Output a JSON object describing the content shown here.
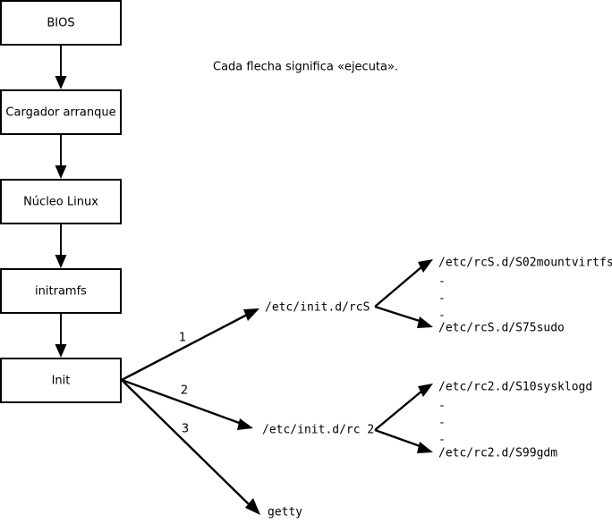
{
  "diagram": {
    "type": "flowchart",
    "caption": "Cada flecha significa «ejecuta».",
    "boot_chain": [
      {
        "id": "bios",
        "label": "BIOS"
      },
      {
        "id": "bootloader",
        "label": "Cargador arranque"
      },
      {
        "id": "kernel",
        "label": "Núcleo Linux"
      },
      {
        "id": "initramfs",
        "label": "initramfs"
      },
      {
        "id": "init",
        "label": "Init"
      }
    ],
    "branch_numbers": [
      "1",
      "2",
      "3"
    ],
    "branches": [
      {
        "number": "1",
        "target": "/etc/init.d/rcS",
        "children": [
          "/etc/rcS.d/S02mountvirtfs",
          "-",
          "-",
          "-",
          "/etc/rcS.d/S75sudo"
        ]
      },
      {
        "number": "2",
        "target": "/etc/init.d/rc 2",
        "children": [
          "/etc/rc2.d/S10sysklogd",
          "-",
          "-",
          "-",
          "/etc/rc2.d/S99gdm"
        ]
      },
      {
        "number": "3",
        "target": "getty",
        "children": []
      }
    ],
    "colors": {
      "background": "#ffffff",
      "stroke": "#000000",
      "text": "#000000"
    }
  }
}
